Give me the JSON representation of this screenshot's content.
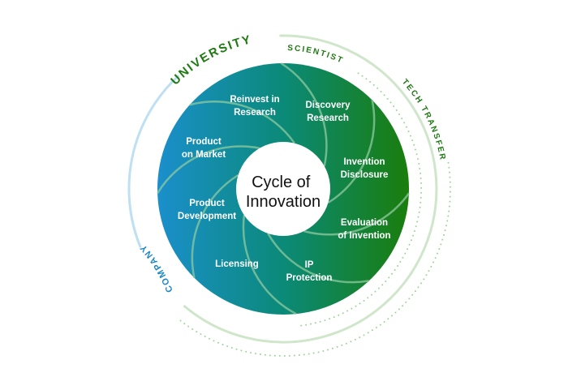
{
  "diagram": {
    "title": "Cycle of Innovation",
    "center_lines": [
      "Cycle of",
      "Innovation"
    ],
    "segments": [
      {
        "id": "reinvest-in-research",
        "lines": [
          "Reinvest in",
          "Research"
        ]
      },
      {
        "id": "discovery-research",
        "lines": [
          "Discovery",
          "Research"
        ]
      },
      {
        "id": "invention-disclosure",
        "lines": [
          "Invention",
          "Disclosure"
        ]
      },
      {
        "id": "evaluation-of-invention",
        "lines": [
          "Evaluation",
          "of Invention"
        ]
      },
      {
        "id": "ip-protection",
        "lines": [
          "IP",
          "Protection"
        ]
      },
      {
        "id": "licensing",
        "lines": [
          "Licensing"
        ]
      },
      {
        "id": "product-development",
        "lines": [
          "Product",
          "Development"
        ]
      },
      {
        "id": "product-on-market",
        "lines": [
          "Product",
          "on Market"
        ]
      }
    ],
    "ring_labels": {
      "university": "UNIVERSITY",
      "scientist": "SCIENTIST",
      "tech_transfer": "TECH TRANSFER",
      "company": "COMPANY"
    },
    "colors": {
      "gradient_left": "#1a8fcc",
      "gradient_mid": "#0b8a78",
      "gradient_right": "#1a7d0c",
      "divider": "#8fc9a0",
      "center_fill": "#ffffff",
      "university_text": "#1f7a12",
      "scientist_text": "#1f7a12",
      "tech_transfer_text": "#1f7a12",
      "company_text": "#1b86c6",
      "green_ring": "#cfe6cb",
      "blue_ring": "#bfe0f2",
      "dots": "#9fd19a"
    }
  }
}
